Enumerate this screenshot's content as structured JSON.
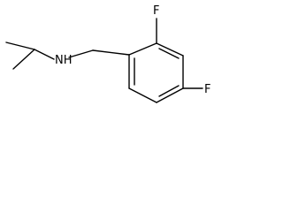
{
  "molecule": {
    "atoms": {
      "amine": "NH",
      "fluorine_2": "F",
      "fluorine_4": "F"
    }
  },
  "colors": {
    "background": "#ffffff",
    "ink": "#000000"
  }
}
